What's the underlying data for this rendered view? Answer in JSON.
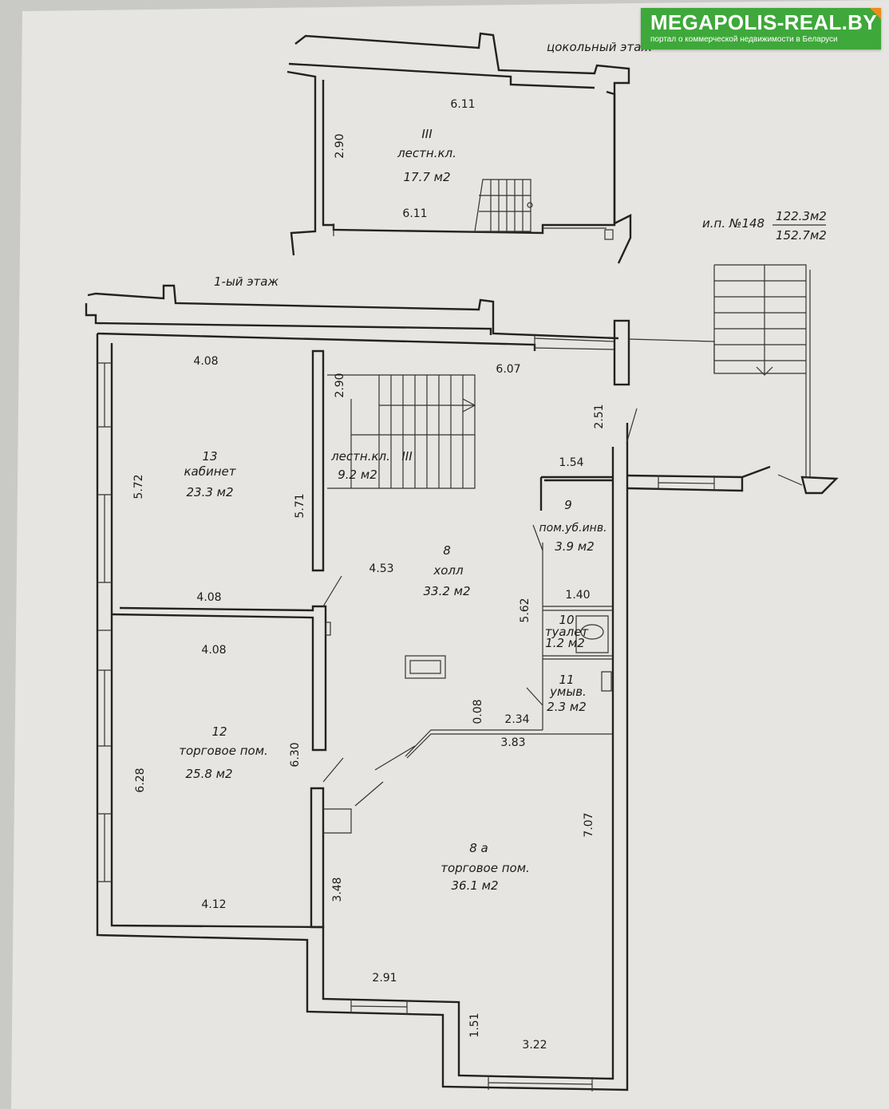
{
  "logo": {
    "brand": "MEGAPOLIS-REAL.BY",
    "tagline": "портал о коммерческой недвижимости в Беларуси",
    "brand_color": "#3ea83a",
    "accent_color": "#f08a1c"
  },
  "floors": {
    "basement": "цокольный этаж",
    "first": "1-ый этаж"
  },
  "summary": {
    "prefix": "и.п. №148",
    "area1": "122.3м2",
    "area2": "152.7м2"
  },
  "rooms": {
    "stair_basement": {
      "num": "III",
      "name": "лестн.кл.",
      "area": "17.7 м2"
    },
    "stair_first": {
      "num": "III",
      "name": "лестн.кл.",
      "area": "9.2 м2"
    },
    "r13": {
      "num": "13",
      "name": "кабинет",
      "area": "23.3 м2"
    },
    "r8": {
      "num": "8",
      "name": "холл",
      "area": "33.2 м2"
    },
    "r9": {
      "num": "9",
      "name": "пом.уб.инв.",
      "area": "3.9 м2"
    },
    "r10": {
      "num": "10",
      "name": "туалет",
      "area": "1.2 м2"
    },
    "r11": {
      "num": "11",
      "name": "умыв.",
      "area": "2.3 м2"
    },
    "r12": {
      "num": "12",
      "name": "торговое пом.",
      "area": "25.8 м2"
    },
    "r8a": {
      "num": "8 а",
      "name": "торговое пом.",
      "area": "36.1 м2"
    }
  },
  "dimensions": {
    "b_top": "6.11",
    "b_bottom": "6.11",
    "b_side": "2.90",
    "d408a": "4.08",
    "d607": "6.07",
    "d290": "2.90",
    "d251": "2.51",
    "d572": "5.72",
    "d571": "5.71",
    "d154": "1.54",
    "d453": "4.53",
    "d408b": "4.08",
    "d140": "1.40",
    "d562": "5.62",
    "d408c": "4.08",
    "d008": "0.08",
    "d234": "2.34",
    "d383": "3.83",
    "d630": "6.30",
    "d628": "6.28",
    "d707": "7.07",
    "d348": "3.48",
    "d412": "4.12",
    "d291": "2.91",
    "d151": "1.51",
    "d322": "3.22"
  }
}
